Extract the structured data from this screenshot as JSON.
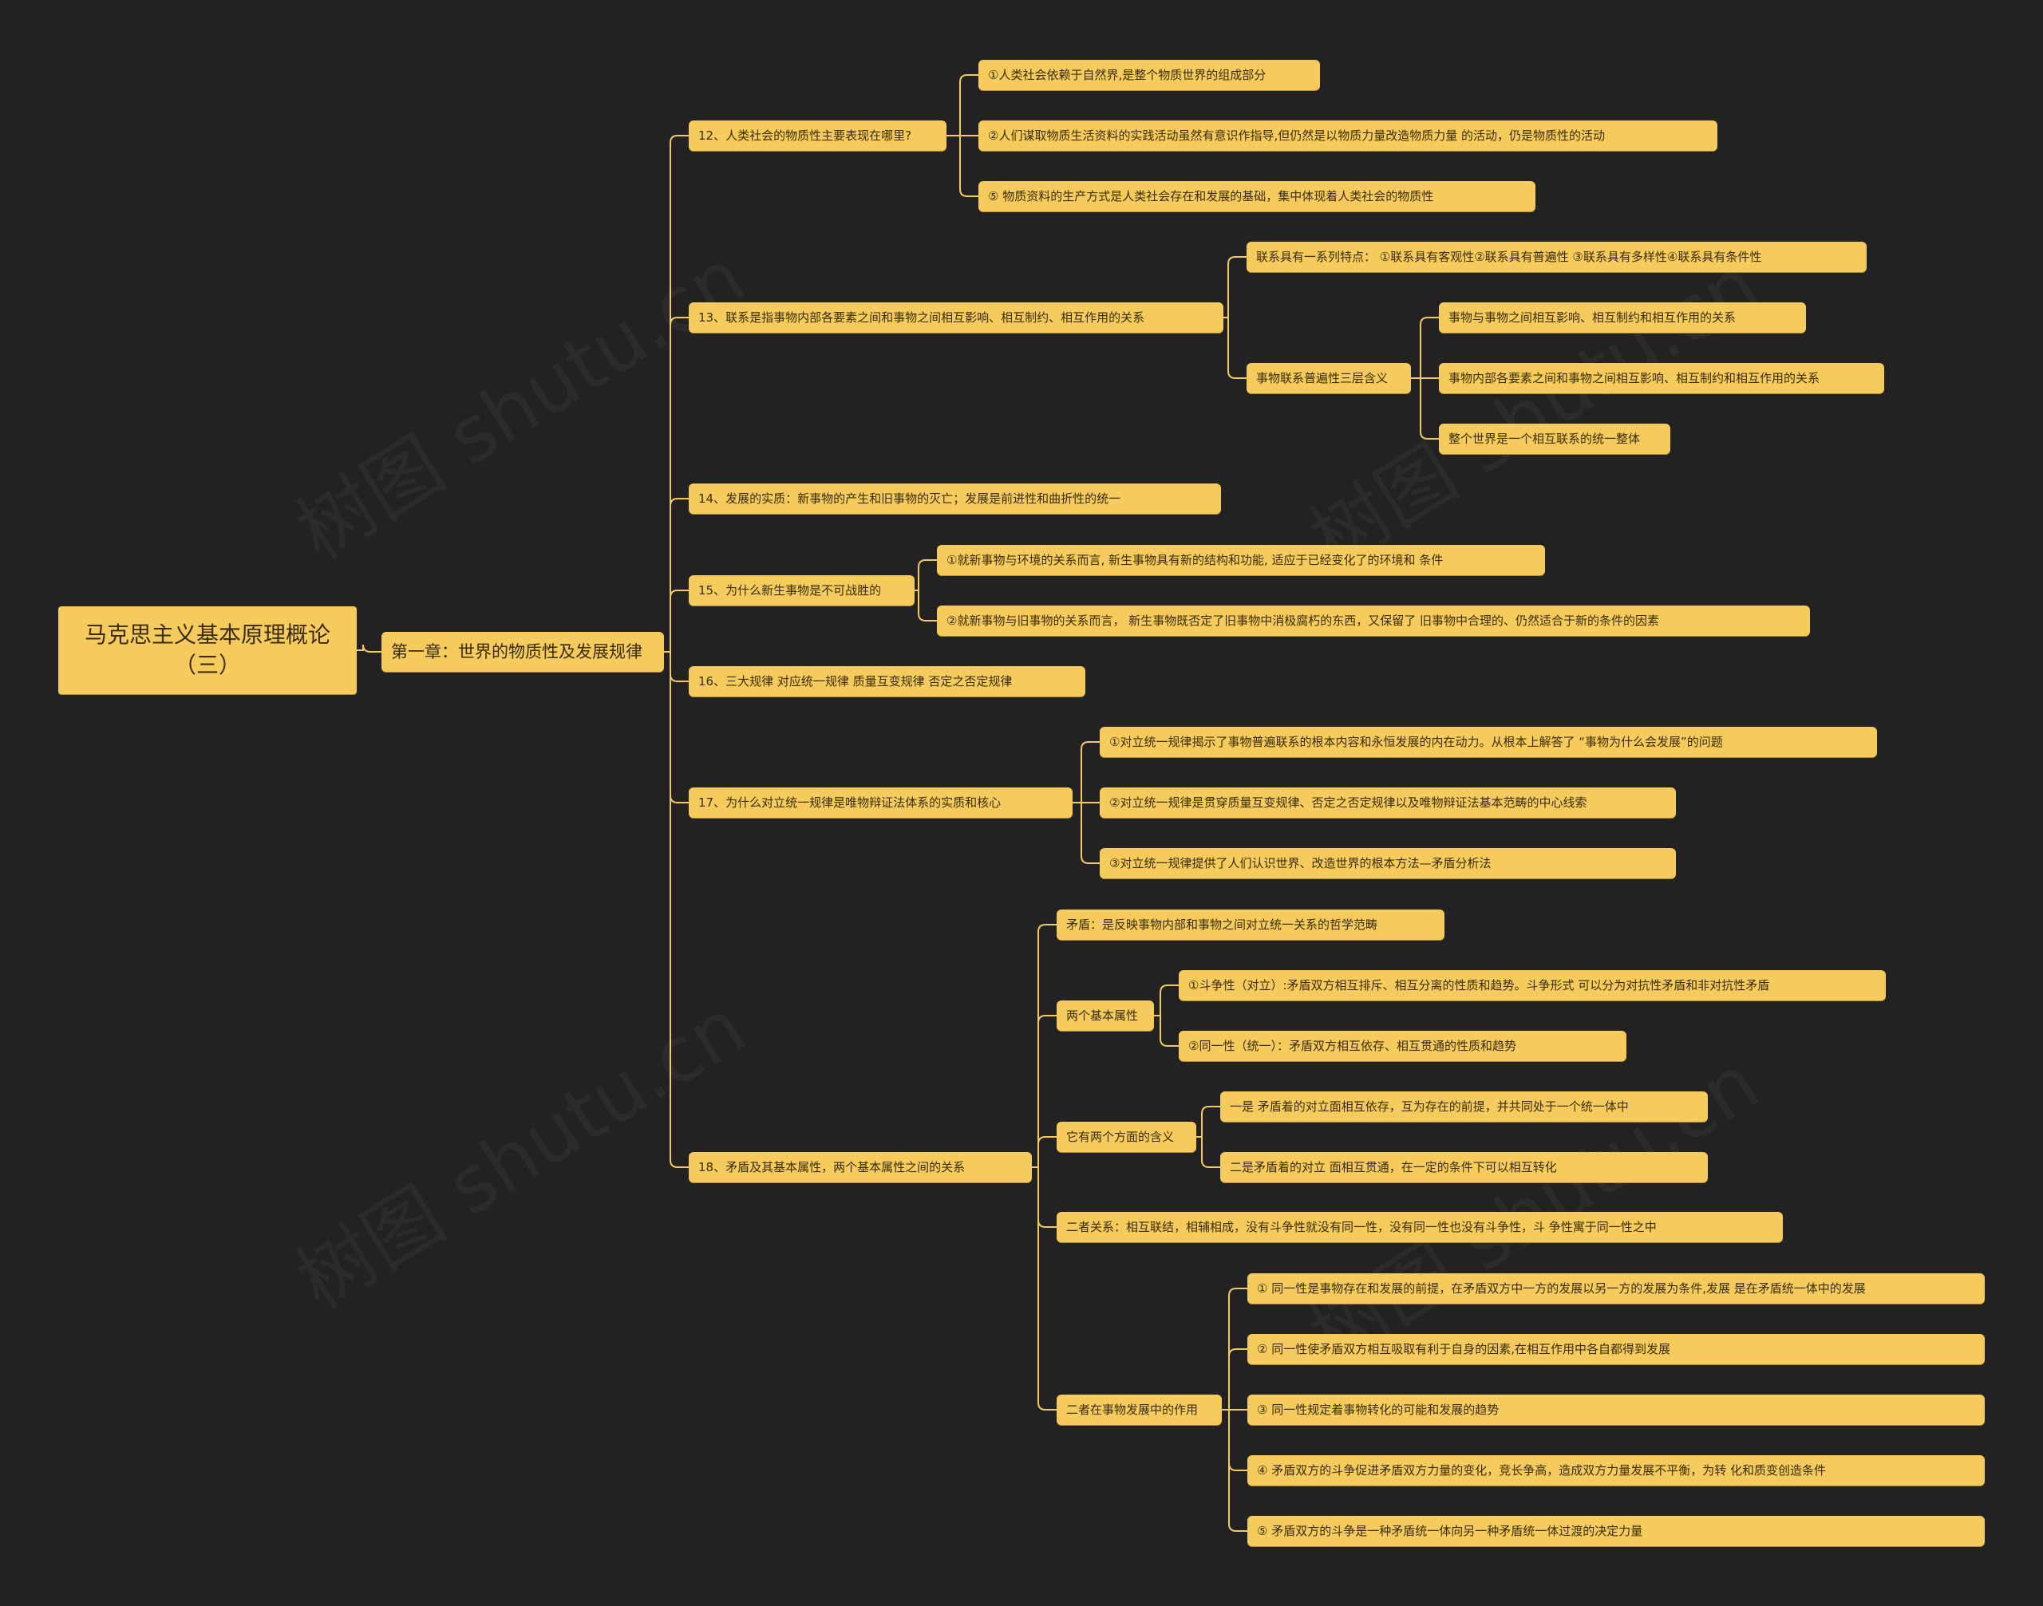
{
  "watermark": "树图 shutu.cn",
  "nodes": {
    "root": "马克思主义基本原理概论（三）",
    "chapter1": "第一章：世界的物质性及发展规律",
    "q12": "12、人类社会的物质性主要表现在哪里?",
    "q12_1": "①人类社会依赖于自然界,是整个物质世界的组成部分",
    "q12_2": "②人们谋取物质生活资料的实践活动虽然有意识作指导,但仍然是以物质力量改造物质力量 的活动，仍是物质性的活动",
    "q12_5": "⑤ 物质资料的生产方式是人类社会存在和发展的基础，集中体现着人类社会的物质性",
    "q13": "13、联系是指事物内部各要素之间和事物之间相互影响、相互制约、相互作用的关系",
    "q13_features": "联系具有一系列特点：  ①联系具有客观性②联系具有普遍性 ③联系具有多样性④联系具有条件性",
    "q13_levels": "事物联系普遍性三层含义",
    "q13_levels_1": "事物与事物之间相互影响、相互制约和相互作用的关系",
    "q13_levels_2": "事物内部各要素之间和事物之间相互影响、相互制约和相互作用的关系",
    "q13_levels_3": "整个世界是一个相互联系的统一整体",
    "q14": "14、发展的实质：新事物的产生和旧事物的灭亡；发展是前进性和曲折性的统一",
    "q15": "15、为什么新生事物是不可战胜的",
    "q15_1": "①就新事物与环境的关系而言, 新生事物具有新的结构和功能, 适应于已经变化了的环境和 条件",
    "q15_2": "②就新事物与旧事物的关系而言，  新生事物既否定了旧事物中消极腐朽的东西，又保留了 旧事物中合理的、仍然适合于新的条件的因素",
    "q16": "16、三大规律 对应统一规律 质量互变规律 否定之否定规律",
    "q17": "17、为什么对立统一规律是唯物辩证法体系的实质和核心",
    "q17_1": "①对立统一规律揭示了事物普遍联系的根本内容和永恒发展的内在动力。从根本上解答了 “事物为什么会发展”的问题",
    "q17_2": "②对立统一规律是贯穿质量互变规律、否定之否定规律以及唯物辩证法基本范畴的中心线索",
    "q17_3": "③对立统一规律提供了人们认识世界、改造世界的根本方法—矛盾分析法",
    "q18": "18、矛盾及其基本属性，两个基本属性之间的关系",
    "q18_def": "矛盾：是反映事物内部和事物之间对立统一关系的哲学范畴",
    "q18_attrs": "两个基本属性",
    "q18_attrs_1": "①斗争性（对立）:矛盾双方相互排斥、相互分离的性质和趋势。斗争形式 可以分为对抗性矛盾和非对抗性矛盾",
    "q18_attrs_2": "②同一性（统一）：矛盾双方相互依存、相互贯通的性质和趋势",
    "q18_aspects": "它有两个方面的含义",
    "q18_aspects_1": "一是 矛盾着的对立面相互依存，互为存在的前提，并共同处于一个统一体中",
    "q18_aspects_2": "二是矛盾着的对立 面相互贯通，在一定的条件下可以相互转化",
    "q18_relation": "二者关系：相互联结，相辅相成，没有斗争性就没有同一性，没有同一性也没有斗争性，斗 争性寓于同一性之中",
    "q18_roles": "二者在事物发展中的作用",
    "q18_roles_1": "① 同一性是事物存在和发展的前提，在矛盾双方中一方的发展以另一方的发展为条件,发展 是在矛盾统一体中的发展",
    "q18_roles_2": "② 同一性使矛盾双方相互吸取有利于自身的因素,在相互作用中各自都得到发展",
    "q18_roles_3": "③ 同一性规定着事物转化的可能和发展的趋势",
    "q18_roles_4": "④ 矛盾双方的斗争促进矛盾双方力量的变化，竞长争高，造成双方力量发展不平衡，为转 化和质变创造条件",
    "q18_roles_5": "⑤ 矛盾双方的斗争是一种矛盾统一体向另一种矛盾统一体过渡的决定力量"
  },
  "edges": [
    [
      "root",
      "chapter1"
    ],
    [
      "chapter1",
      "q12"
    ],
    [
      "chapter1",
      "q13"
    ],
    [
      "chapter1",
      "q14"
    ],
    [
      "chapter1",
      "q15"
    ],
    [
      "chapter1",
      "q16"
    ],
    [
      "chapter1",
      "q17"
    ],
    [
      "chapter1",
      "q18"
    ],
    [
      "q12",
      "q12_1"
    ],
    [
      "q12",
      "q12_2"
    ],
    [
      "q12",
      "q12_5"
    ],
    [
      "q13",
      "q13_features"
    ],
    [
      "q13",
      "q13_levels"
    ],
    [
      "q13_levels",
      "q13_levels_1"
    ],
    [
      "q13_levels",
      "q13_levels_2"
    ],
    [
      "q13_levels",
      "q13_levels_3"
    ],
    [
      "q15",
      "q15_1"
    ],
    [
      "q15",
      "q15_2"
    ],
    [
      "q17",
      "q17_1"
    ],
    [
      "q17",
      "q17_2"
    ],
    [
      "q17",
      "q17_3"
    ],
    [
      "q18",
      "q18_def"
    ],
    [
      "q18",
      "q18_attrs"
    ],
    [
      "q18",
      "q18_aspects"
    ],
    [
      "q18",
      "q18_relation"
    ],
    [
      "q18",
      "q18_roles"
    ],
    [
      "q18_attrs",
      "q18_attrs_1"
    ],
    [
      "q18_attrs",
      "q18_attrs_2"
    ],
    [
      "q18_aspects",
      "q18_aspects_1"
    ],
    [
      "q18_aspects",
      "q18_aspects_2"
    ],
    [
      "q18_roles",
      "q18_roles_1"
    ],
    [
      "q18_roles",
      "q18_roles_2"
    ],
    [
      "q18_roles",
      "q18_roles_3"
    ],
    [
      "q18_roles",
      "q18_roles_4"
    ],
    [
      "q18_roles",
      "q18_roles_5"
    ]
  ]
}
